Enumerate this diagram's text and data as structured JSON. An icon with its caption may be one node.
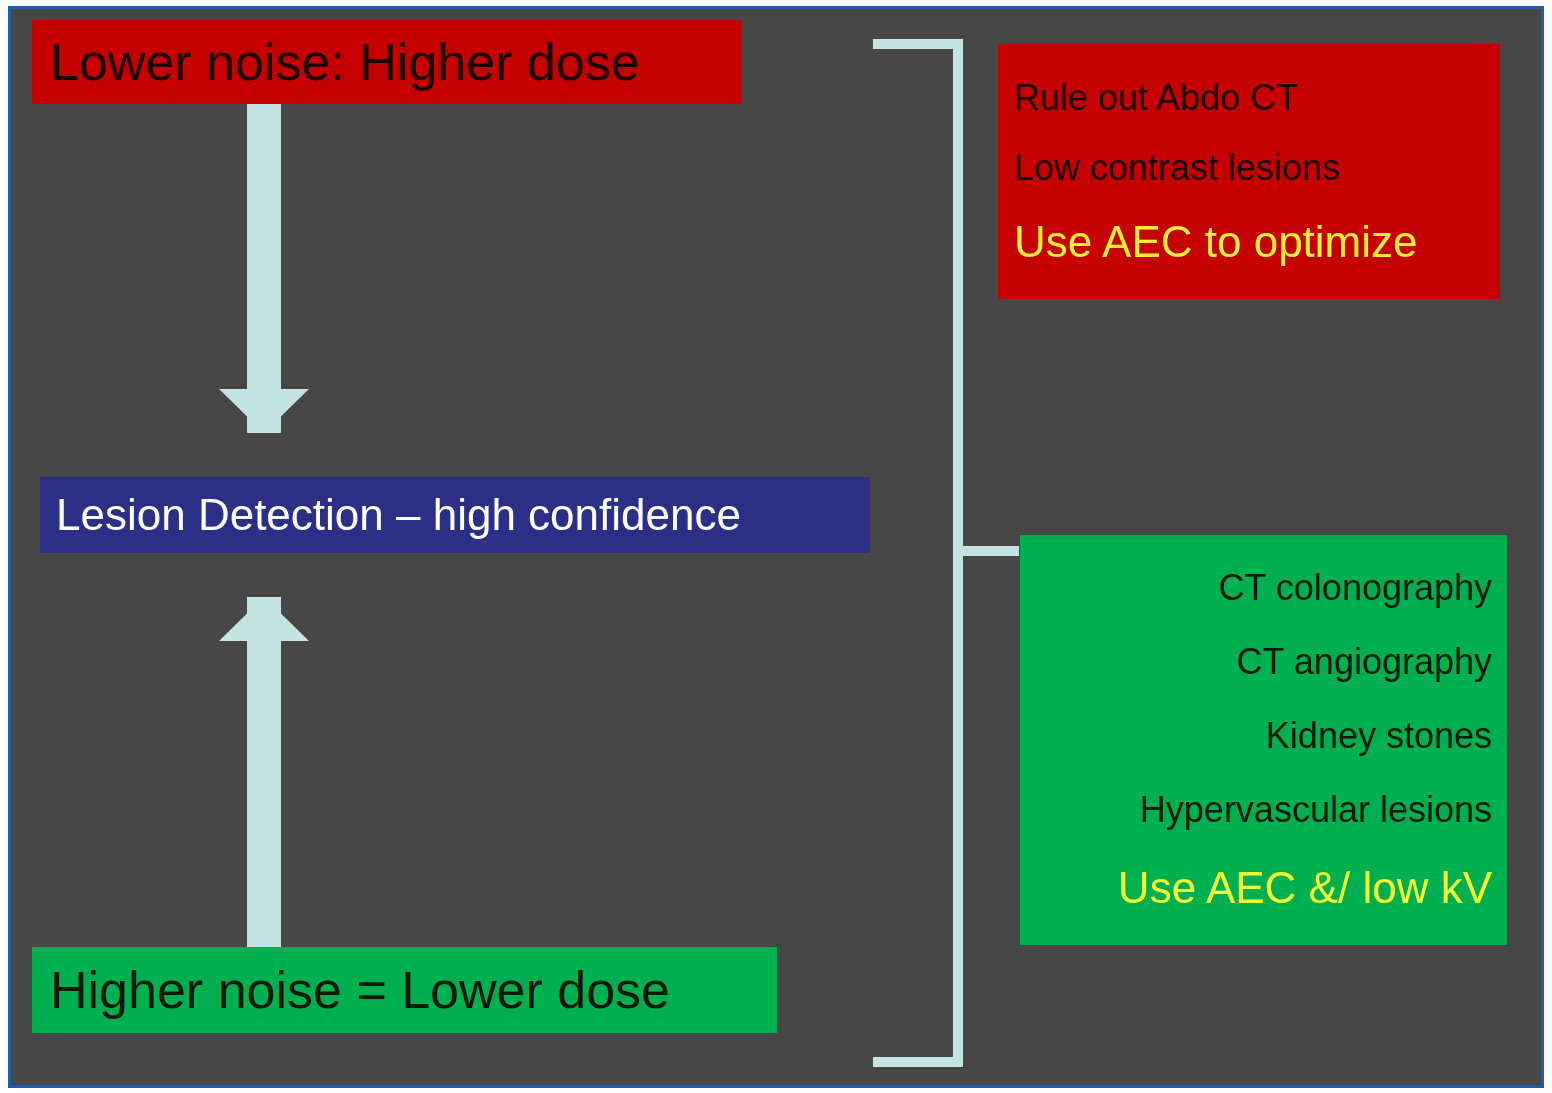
{
  "diagram": {
    "nodes": [
      {
        "text": [
          "Lower noise: Higher dose"
        ]
      },
      {
        "text": [
          "Lesion Detection – high confidence"
        ]
      },
      {
        "text": [
          "Higher noise = Lower dose"
        ]
      },
      {
        "text": [
          "Rule out Abdo CT",
          "Low contrast lesions",
          "Use AEC to optimize"
        ]
      },
      {
        "text": [
          "CT colonography",
          "CT angiography",
          "Kidney stones",
          "Hypervascular lesions",
          "Use AEC &/ low kV"
        ]
      }
    ],
    "edges": [
      {
        "from": 0,
        "to": 1,
        "arrow": "to"
      },
      {
        "from": 2,
        "to": 1,
        "arrow": "to"
      }
    ]
  }
}
